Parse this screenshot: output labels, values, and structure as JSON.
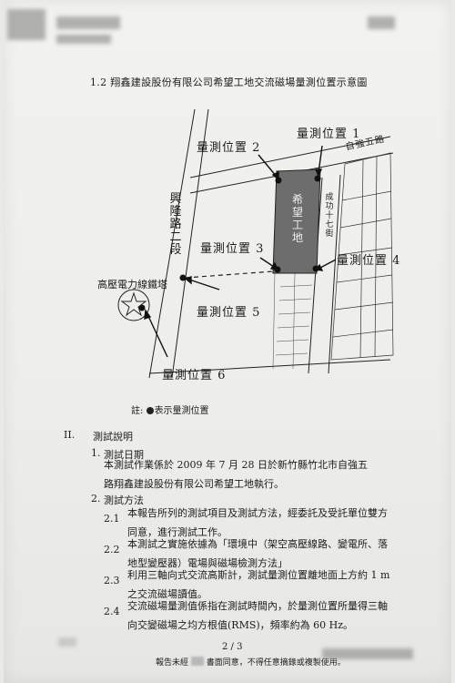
{
  "figure": {
    "title": "1.2  翔鑫建設股份有限公司希望工地交流磁場量測位置示意圖",
    "labels": {
      "pos1": "量測位置 1",
      "pos2": "量測位置 2",
      "pos3": "量測位置 3",
      "pos4": "量測位置 4",
      "pos5": "量測位置 5",
      "pos6": "量測位置 6",
      "tower": "高壓電力線鐵塔",
      "road_xinglong": "興隆路二段",
      "road_chenggong": "成功十七街",
      "road_ziqiang": "自強五路",
      "site": "希望工地"
    },
    "note_prefix": "註:",
    "note_text": "表示量測位置"
  },
  "section": {
    "roman": "II.",
    "title": "測試說明",
    "s1_num": "1.",
    "s1_title": "測試日期",
    "s1_body": "本測試作業係於 2009 年 7 月 28 日於新竹縣竹北市自強五路翔鑫建設股份有限公司希望工地執行。",
    "s2_num": "2.",
    "s2_title": "測試方法",
    "items": [
      {
        "num": "2.1",
        "text": "本報告所列的測試項目及測試方法，經委託及受託單位雙方同意，進行測試工作。"
      },
      {
        "num": "2.2",
        "text": "本測試之實施依據為「環境中（架空高壓線路、變電所、落地型變壓器）電場與磁場檢測方法」"
      },
      {
        "num": "2.3",
        "text": "利用三軸向式交流高斯計，測試量測位置離地面上方約 1 m 之交流磁場讀值。"
      },
      {
        "num": "2.4",
        "text": "交流磁場量測值係指在測試時間內，於量測位置所量得三軸向交變磁場之均方根值(RMS)，頻率約為 60 Hz。"
      }
    ]
  },
  "footer": {
    "page": "2 / 3",
    "note_a": "報告未經",
    "note_b": "書面同意，不得任意摘錄或複製使用。"
  },
  "colors": {
    "paper": "#efefec",
    "ink": "#1c1c1c",
    "building": "#6d6d6d"
  }
}
